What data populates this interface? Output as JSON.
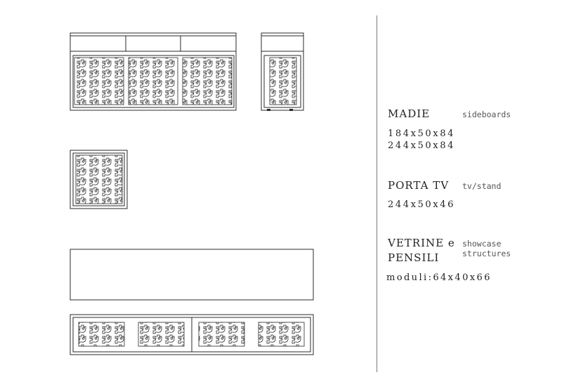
{
  "products": [
    {
      "name": "MADIE",
      "category": "sideboards",
      "dimensions": [
        "184x50x84",
        "244x50x84"
      ]
    },
    {
      "name": "PORTA TV",
      "category": "tv/stand",
      "dimensions": [
        "244x50x46"
      ]
    },
    {
      "name_lines": [
        "VETRINE e",
        "PENSILI"
      ],
      "category_lines": [
        "showcase",
        "structures"
      ],
      "dimensions": [
        "moduli:64x40x66"
      ]
    }
  ],
  "colors": {
    "line": "#2a2a2a",
    "divider": "#7a7a7a",
    "text": "#222222",
    "muted": "#555555"
  },
  "drawings": [
    "sideboard-front-view",
    "sideboard-side-view",
    "single-module-front-view",
    "tv-stand-top-view",
    "tv-stand-front-view"
  ]
}
